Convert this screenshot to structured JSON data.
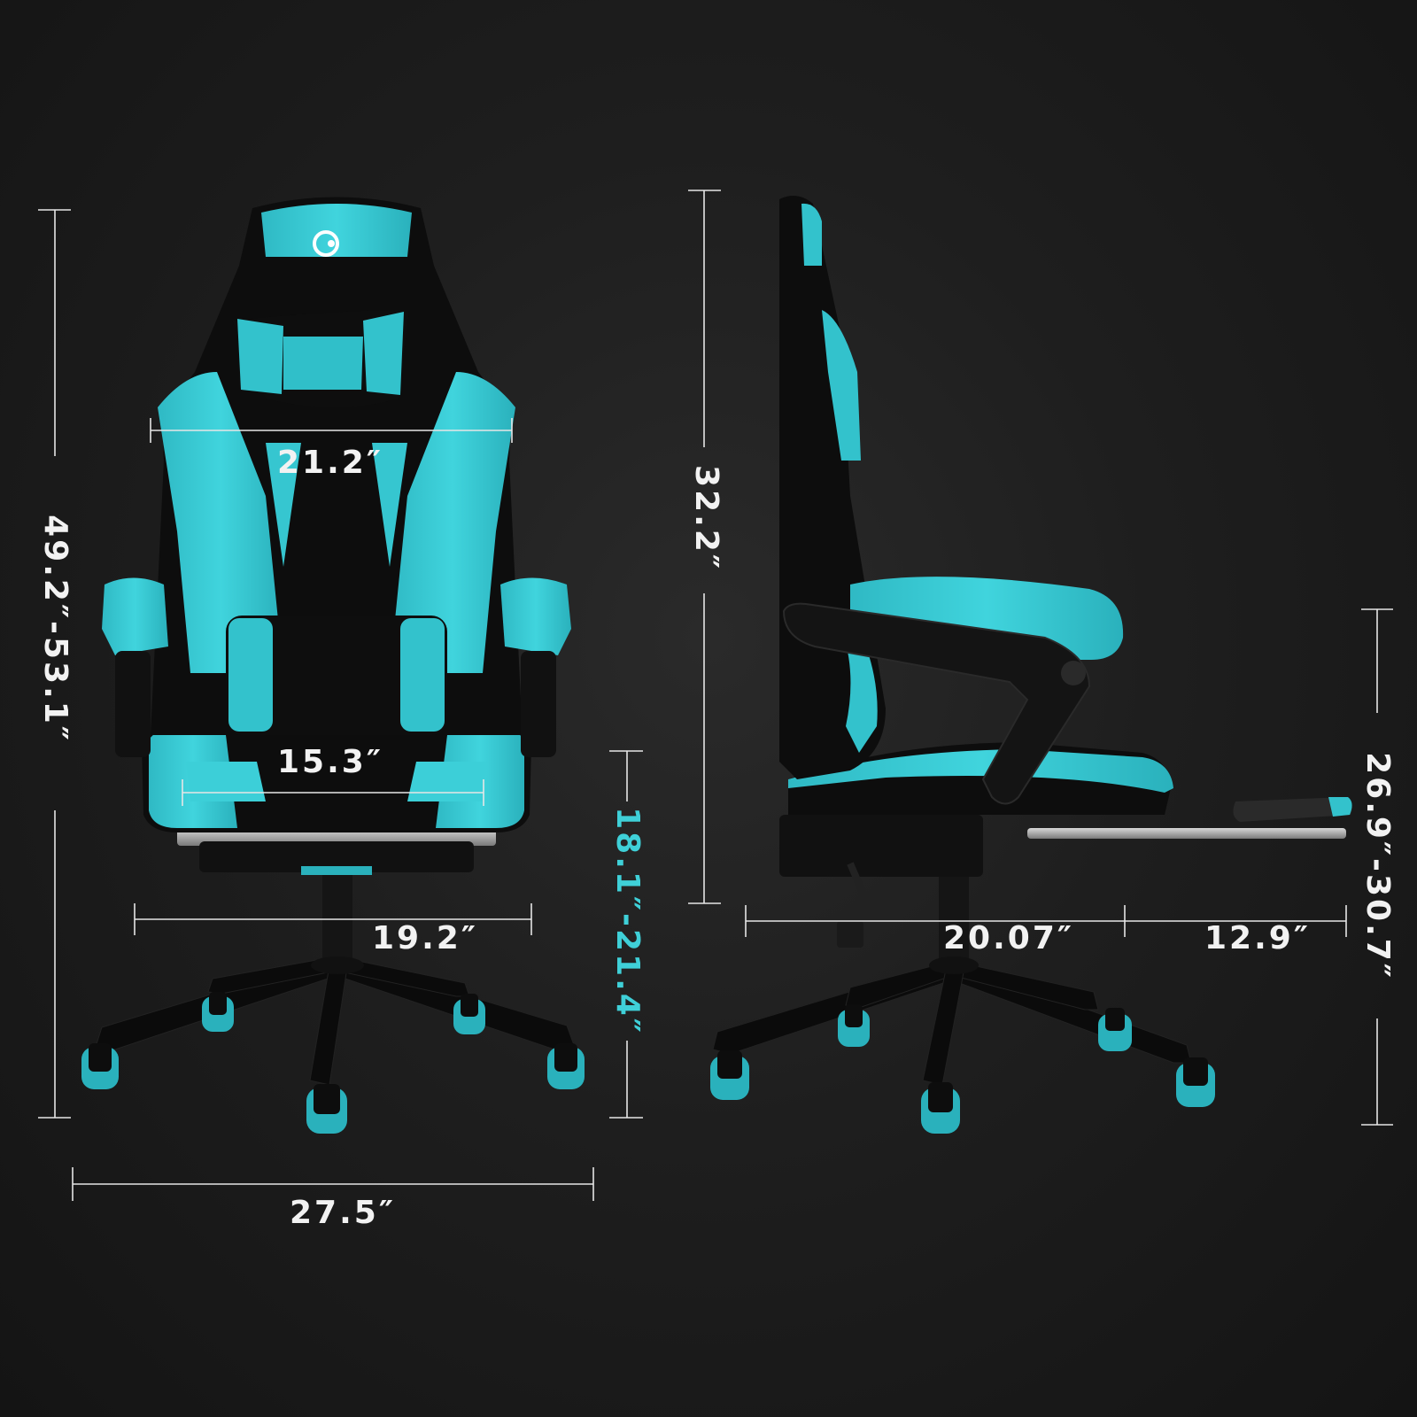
{
  "colors": {
    "background": "#1e1e1e",
    "accent": "#35c9d4",
    "chair_black": "#0d0d0d",
    "dimension_text": "#f2f2f2",
    "seat_height_text": "#3fd0d8"
  },
  "front_view": {
    "overall_height": "49.2″-53.1″",
    "backrest_width": "21.2″",
    "seat_width": "15.3″",
    "seat_depth": "19.2″",
    "base_width": "27.5″",
    "seat_height": "18.1″-21.4″"
  },
  "side_view": {
    "backrest_height": "32.2″",
    "seat_length": "20.07″",
    "footrest_length": "12.9″",
    "armrest_height": "26.9″-30.7″"
  },
  "icons": {
    "logo": "brand-logo-icon"
  }
}
